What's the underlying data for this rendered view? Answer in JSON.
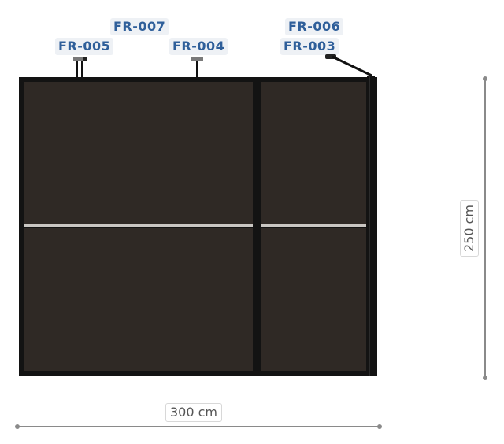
{
  "labels": {
    "fr007": "FR-007",
    "fr005": "FR-005",
    "fr004": "FR-004",
    "fr006": "FR-006",
    "fr003": "FR-003"
  },
  "dimensions": {
    "width": "300 cm",
    "height": "250 cm"
  },
  "colors": {
    "label_text": "#2f5f9a",
    "label_bg": "#eef1f5",
    "panel": "#2f2925",
    "frame": "#131313",
    "rail": "#c9c6c2",
    "dimension": "#8a8a8a"
  }
}
